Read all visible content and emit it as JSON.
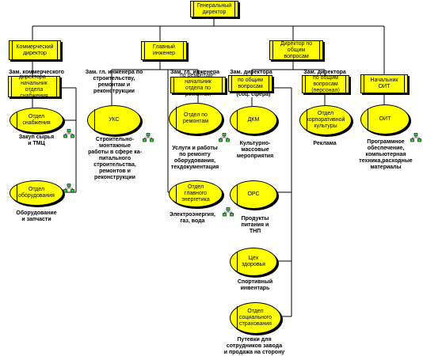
{
  "colors": {
    "fill": "#ffff00",
    "icon_fill": "#33cc33",
    "line": "#000000"
  },
  "top": {
    "general_director": "Генеральный директор"
  },
  "level2": {
    "commercial": "Коммерческий директор",
    "chief_engineer": "Главный инженер",
    "general_affairs": "Директор по общим вопросам",
    "oit_head": "Начальник ОИТ"
  },
  "deputies": {
    "comm_deputy_title": "Зам. коммерческого",
    "comm_deputy_box": "директора - начальник отдела снабжения",
    "cap_deputy_title": "Зам. гл. инженера по строительству, ремонтам и реконструкции",
    "rep_deputy_title": "Зам. гл. инженера",
    "rep_deputy_box": "по ремонтам - начальник отдела по ремонтам",
    "soc_deputy_title": "Зам. директора",
    "soc_deputy_box": "по общим вопросам",
    "soc_deputy_sub": "(соц. сфера)",
    "pers_deputy_title": "Зам. директора",
    "pers_deputy_box": "по общим вопросам (персонал)"
  },
  "departments": {
    "supply": "Отдел снабжения",
    "equipment": "Отдел оборудования",
    "uks": "УКС",
    "repairs": "Отдел по ремонтам",
    "power": "Отдел главного энергетика",
    "dkm": "ДКМ",
    "ors": "ОРС",
    "health": "Цех здоровья",
    "social": "Отдел социального страхования",
    "culture": "Отдел корпоративной культуры",
    "oit": "ОИТ"
  },
  "descriptions": {
    "supply": "Закуп сырья и ТМЦ",
    "equipment": "Оборудование и запчасти",
    "uks": "Строительно-монтажные работы в сфере капитального строительства, ремонтов и реконструкции",
    "repairs": "Услуги и работы по ремонту оборудования, техдокументация",
    "power": "Электроэнергия, газ, вода",
    "dkm": "Культурно-массовые мероприятия",
    "ors": "Продукты питания и ТНП",
    "health": "Спортивный инвентарь",
    "social": "Путевки для сотрудников завода и продажа на сторону",
    "culture": "Реклама",
    "oit": "Программное обеспечение, компьютерная техника,расходные материалы"
  },
  "descriptions_display": {
    "uks": "Строительно-\nмонтажные\nработы в сфере ка-\nпитального\nстроительства,\nремонтов и\nреконструкции",
    "repairs": "Услуги и работы\nпо ремонту\nоборудования,\nтехдокументация",
    "oit": "Программное\nобеспечение,\nкомпьютерная\nтехника,расходные\nматериалы",
    "social": "Путевки для\nсотрудников завода\nи продажа на сторону",
    "dkm": "Культурно-\nмассовые\nмероприятия",
    "ors": "Продукты\nпитания и\nТНП",
    "health": "Спортивный\nинвентарь",
    "supply": "Закуп сырья\nи ТМЦ",
    "equipment": "Оборудование\nи запчасти",
    "power": "Электроэнергия,\nгаз, вода"
  },
  "icons": [
    "network-icon"
  ]
}
